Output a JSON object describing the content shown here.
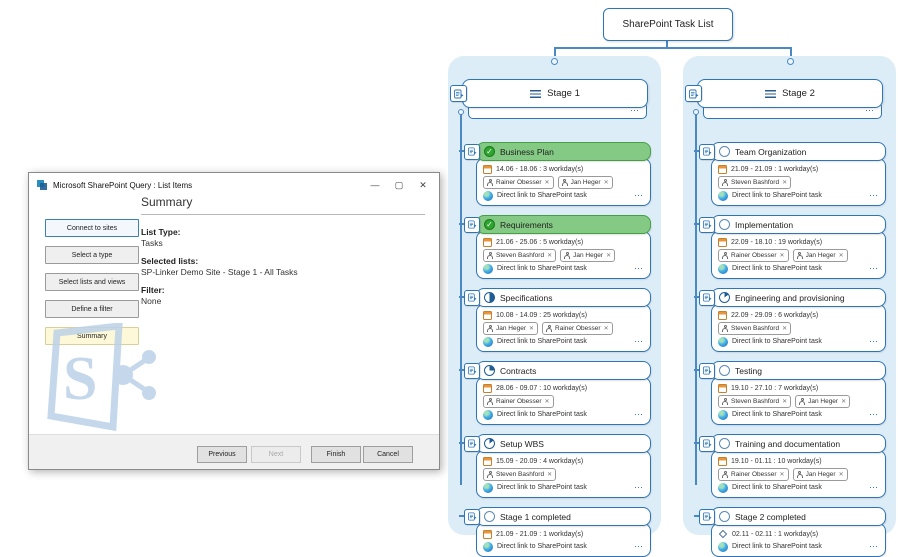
{
  "window": {
    "title": "Microsoft SharePoint Query : List Items",
    "controls": {
      "minimize": "—",
      "maximize": "▢",
      "close": "✕"
    },
    "nav": [
      "Connect to sites",
      "Select a type",
      "Select lists and views",
      "Define a filter",
      "Summary"
    ],
    "summary": {
      "heading": "Summary",
      "list_type_label": "List Type:",
      "list_type": "Tasks",
      "selected_lists_label": "Selected lists:",
      "selected_lists": "SP-Linker Demo Site - Stage 1 - All Tasks",
      "filter_label": "Filter:",
      "filter": "None"
    },
    "footer": {
      "previous": "Previous",
      "next": "Next",
      "finish": "Finish",
      "cancel": "Cancel"
    }
  },
  "mindmap": {
    "root_title": "SharePoint Task List",
    "link_label": "Direct link to SharePoint task",
    "more": "⋯",
    "stages": [
      {
        "title": "Stage 1",
        "tasks": [
          {
            "title": "Business Plan",
            "status": "completed",
            "dates": "14.06 - 18.06 : 3 workday(s)",
            "assignees": [
              "Rainer Obesser",
              "Jan Heger"
            ]
          },
          {
            "title": "Requirements",
            "status": "completed",
            "dates": "21.06 - 25.06 : 5 workday(s)",
            "assignees": [
              "Steven Bashford",
              "Jan Heger"
            ]
          },
          {
            "title": "Specifications",
            "status": "in-progress",
            "progress_pct": 50,
            "dates": "10.08 - 14.09 : 25 workday(s)",
            "assignees": [
              "Jan Heger",
              "Rainer Obesser"
            ]
          },
          {
            "title": "Contracts",
            "status": "in-progress",
            "progress_pct": 25,
            "dates": "28.06 - 09.07 : 10 workday(s)",
            "assignees": [
              "Rainer Obesser"
            ]
          },
          {
            "title": "Setup WBS",
            "status": "in-progress",
            "progress_pct": 15,
            "dates": "15.09 - 20.09 : 4 workday(s)",
            "assignees": [
              "Steven Bashford"
            ]
          },
          {
            "title": "Stage 1 completed",
            "status": "not-started",
            "dates": "21.09 - 21.09 : 1 workday(s)",
            "assignees": []
          }
        ]
      },
      {
        "title": "Stage 2",
        "tasks": [
          {
            "title": "Team Organization",
            "status": "not-started",
            "dates": "21.09 - 21.09 : 1 workday(s)",
            "assignees": [
              "Steven Bashford"
            ]
          },
          {
            "title": "Implementation",
            "status": "not-started",
            "dates": "22.09 - 18.10 : 19 workday(s)",
            "assignees": [
              "Rainer Obesser",
              "Jan Heger"
            ]
          },
          {
            "title": "Engineering and provisioning",
            "status": "in-progress",
            "progress_pct": 15,
            "dates": "22.09 - 29.09 : 6 workday(s)",
            "assignees": [
              "Steven Bashford"
            ]
          },
          {
            "title": "Testing",
            "status": "not-started",
            "dates": "19.10 - 27.10 : 7 workday(s)",
            "assignees": [
              "Steven Bashford",
              "Jan Heger"
            ]
          },
          {
            "title": "Training and documentation",
            "status": "not-started",
            "dates": "19.10 - 01.11 : 10 workday(s)",
            "assignees": [
              "Rainer Obesser",
              "Jan Heger"
            ]
          },
          {
            "title": "Stage 2 completed",
            "status": "not-started",
            "milestone": true,
            "dates": "02.11 - 02.11 : 1 workday(s)",
            "assignees": []
          }
        ]
      }
    ]
  },
  "colors": {
    "accent": "#2e75b6",
    "completed_green": "#84ca84",
    "stage_bg": "#ddedf8",
    "connector": "#4a89c4"
  }
}
